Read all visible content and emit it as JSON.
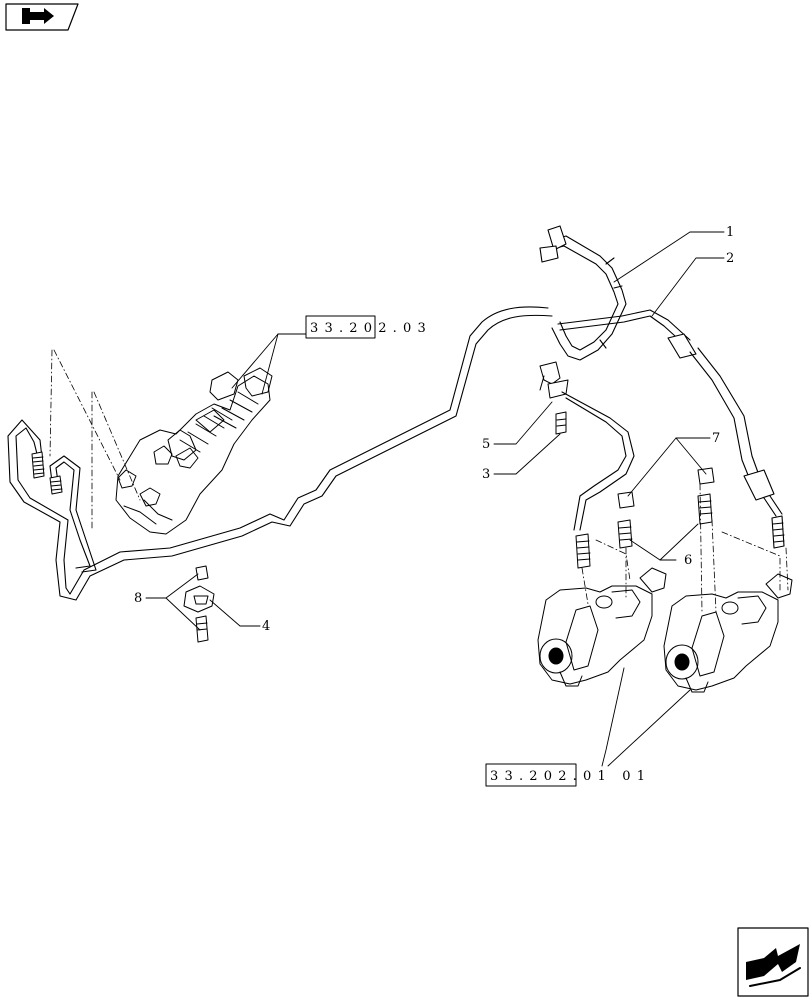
{
  "navigation": {
    "prev_icon": "arrow-back-icon",
    "next_icon": "arrow-forward-icon"
  },
  "callouts": [
    "1",
    "2",
    "3",
    "4",
    "5",
    "6",
    "7",
    "8"
  ],
  "references": {
    "ref_upper": "33.202.03",
    "ref_lower": "33.202.01 01"
  },
  "colors": {
    "line": "#000000",
    "background": "#ffffff"
  }
}
